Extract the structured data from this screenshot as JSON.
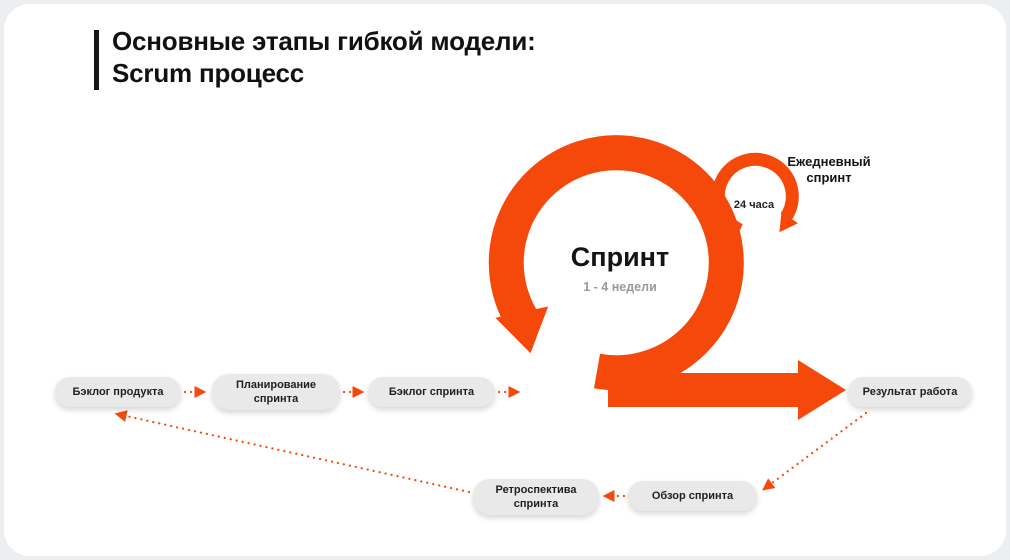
{
  "colors": {
    "accent": "#F5490B",
    "box_bg": "#E9E9E9",
    "title_text": "#111111",
    "muted_text": "#9A9A9A",
    "card_bg": "#FFFFFF",
    "page_bg": "#ECEFF1"
  },
  "title": {
    "line1": "Основные этапы гибкой модели:",
    "line2": "Scrum процесс"
  },
  "sprint_cycle": {
    "label": "Спринт",
    "duration": "1 - 4 недели"
  },
  "daily_cycle": {
    "label": "Ежедневный спринт",
    "duration": "24 часа"
  },
  "nodes": [
    {
      "id": "product-backlog",
      "label": "Бэклог продукта"
    },
    {
      "id": "sprint-planning",
      "label": "Планирование спринта"
    },
    {
      "id": "sprint-backlog",
      "label": "Бэклог спринта"
    },
    {
      "id": "work-result",
      "label": "Результат работа"
    },
    {
      "id": "sprint-review",
      "label": "Обзор спринта"
    },
    {
      "id": "sprint-retrospective",
      "label": "Ретроспектива спринта"
    }
  ]
}
